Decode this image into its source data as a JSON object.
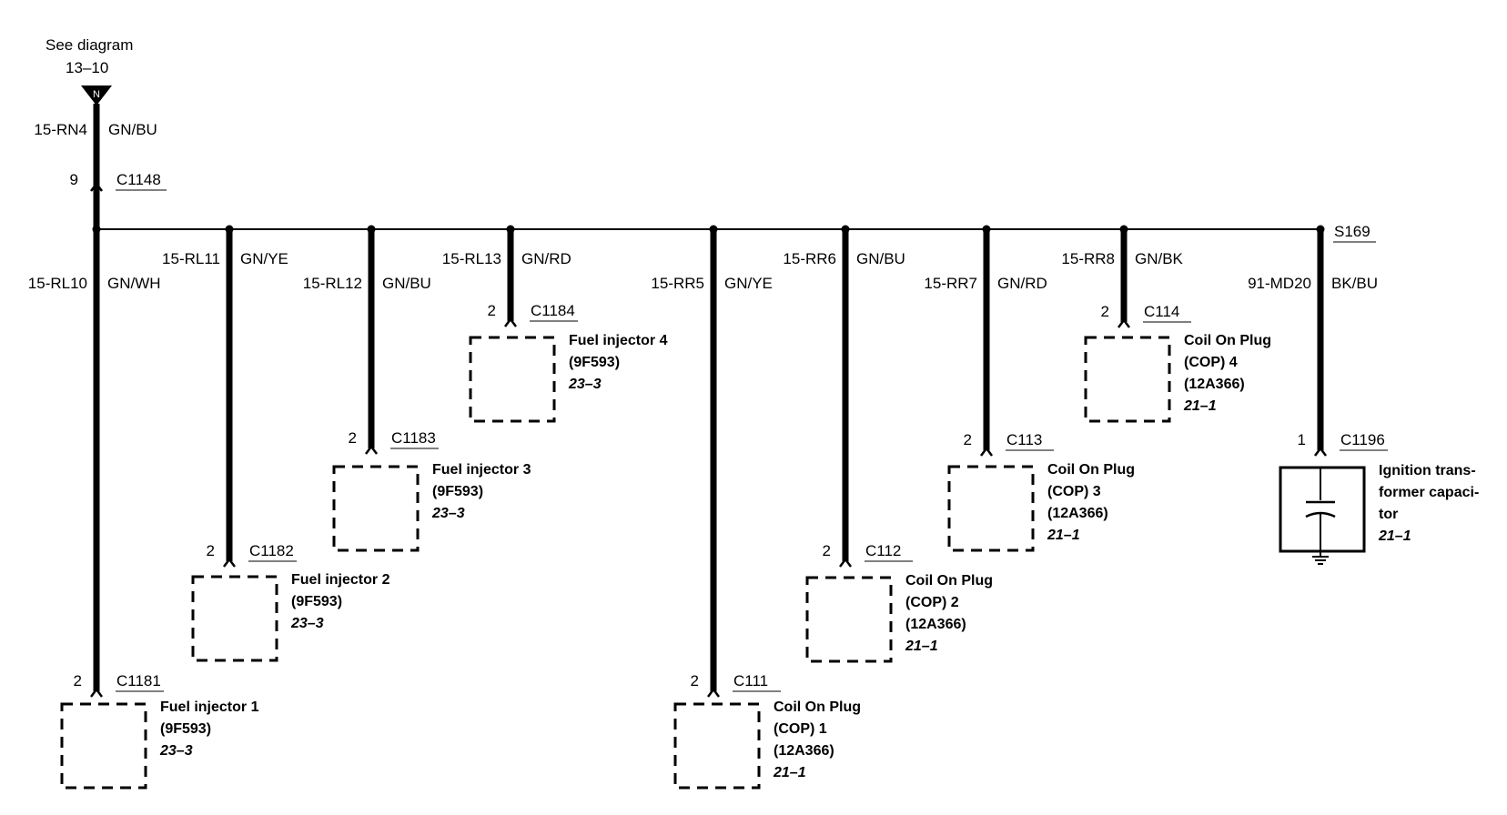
{
  "reference": {
    "see": "See diagram",
    "page": "13–10",
    "flag": "N"
  },
  "feed": {
    "circuit": "15-RN4",
    "color": "GN/BU",
    "pin": "9",
    "connector": "C1148"
  },
  "splice": "S169",
  "branches": [
    {
      "circuit": "15-RL10",
      "color": "GN/WH",
      "pin": "2",
      "connector": "C1181",
      "name": "Fuel injector 1",
      "part": "(9F593)",
      "ref": "23–3"
    },
    {
      "circuit": "15-RL11",
      "color": "GN/YE",
      "pin": "2",
      "connector": "C1182",
      "name": "Fuel injector 2",
      "part": "(9F593)",
      "ref": "23–3"
    },
    {
      "circuit": "15-RL12",
      "color": "GN/BU",
      "pin": "2",
      "connector": "C1183",
      "name": "Fuel injector 3",
      "part": "(9F593)",
      "ref": "23–3"
    },
    {
      "circuit": "15-RL13",
      "color": "GN/RD",
      "pin": "2",
      "connector": "C1184",
      "name": "Fuel injector 4",
      "part": "(9F593)",
      "ref": "23–3"
    },
    {
      "circuit": "15-RR5",
      "color": "GN/YE",
      "pin": "2",
      "connector": "C111",
      "name": "Coil On Plug",
      "name2": "(COP) 1",
      "part": "(12A366)",
      "ref": "21–1"
    },
    {
      "circuit": "15-RR6",
      "color": "GN/BU",
      "pin": "2",
      "connector": "C112",
      "name": "Coil On Plug",
      "name2": "(COP) 2",
      "part": "(12A366)",
      "ref": "21–1"
    },
    {
      "circuit": "15-RR7",
      "color": "GN/RD",
      "pin": "2",
      "connector": "C113",
      "name": "Coil On Plug",
      "name2": "(COP) 3",
      "part": "(12A366)",
      "ref": "21–1"
    },
    {
      "circuit": "15-RR8",
      "color": "GN/BK",
      "pin": "2",
      "connector": "C114",
      "name": "Coil On Plug",
      "name2": "(COP) 4",
      "part": "(12A366)",
      "ref": "21–1"
    },
    {
      "circuit": "91-MD20",
      "color": "BK/BU",
      "pin": "1",
      "connector": "C1196",
      "name": "Ignition trans-",
      "name2": "former capaci-",
      "part": "tor",
      "ref": "21–1"
    }
  ]
}
